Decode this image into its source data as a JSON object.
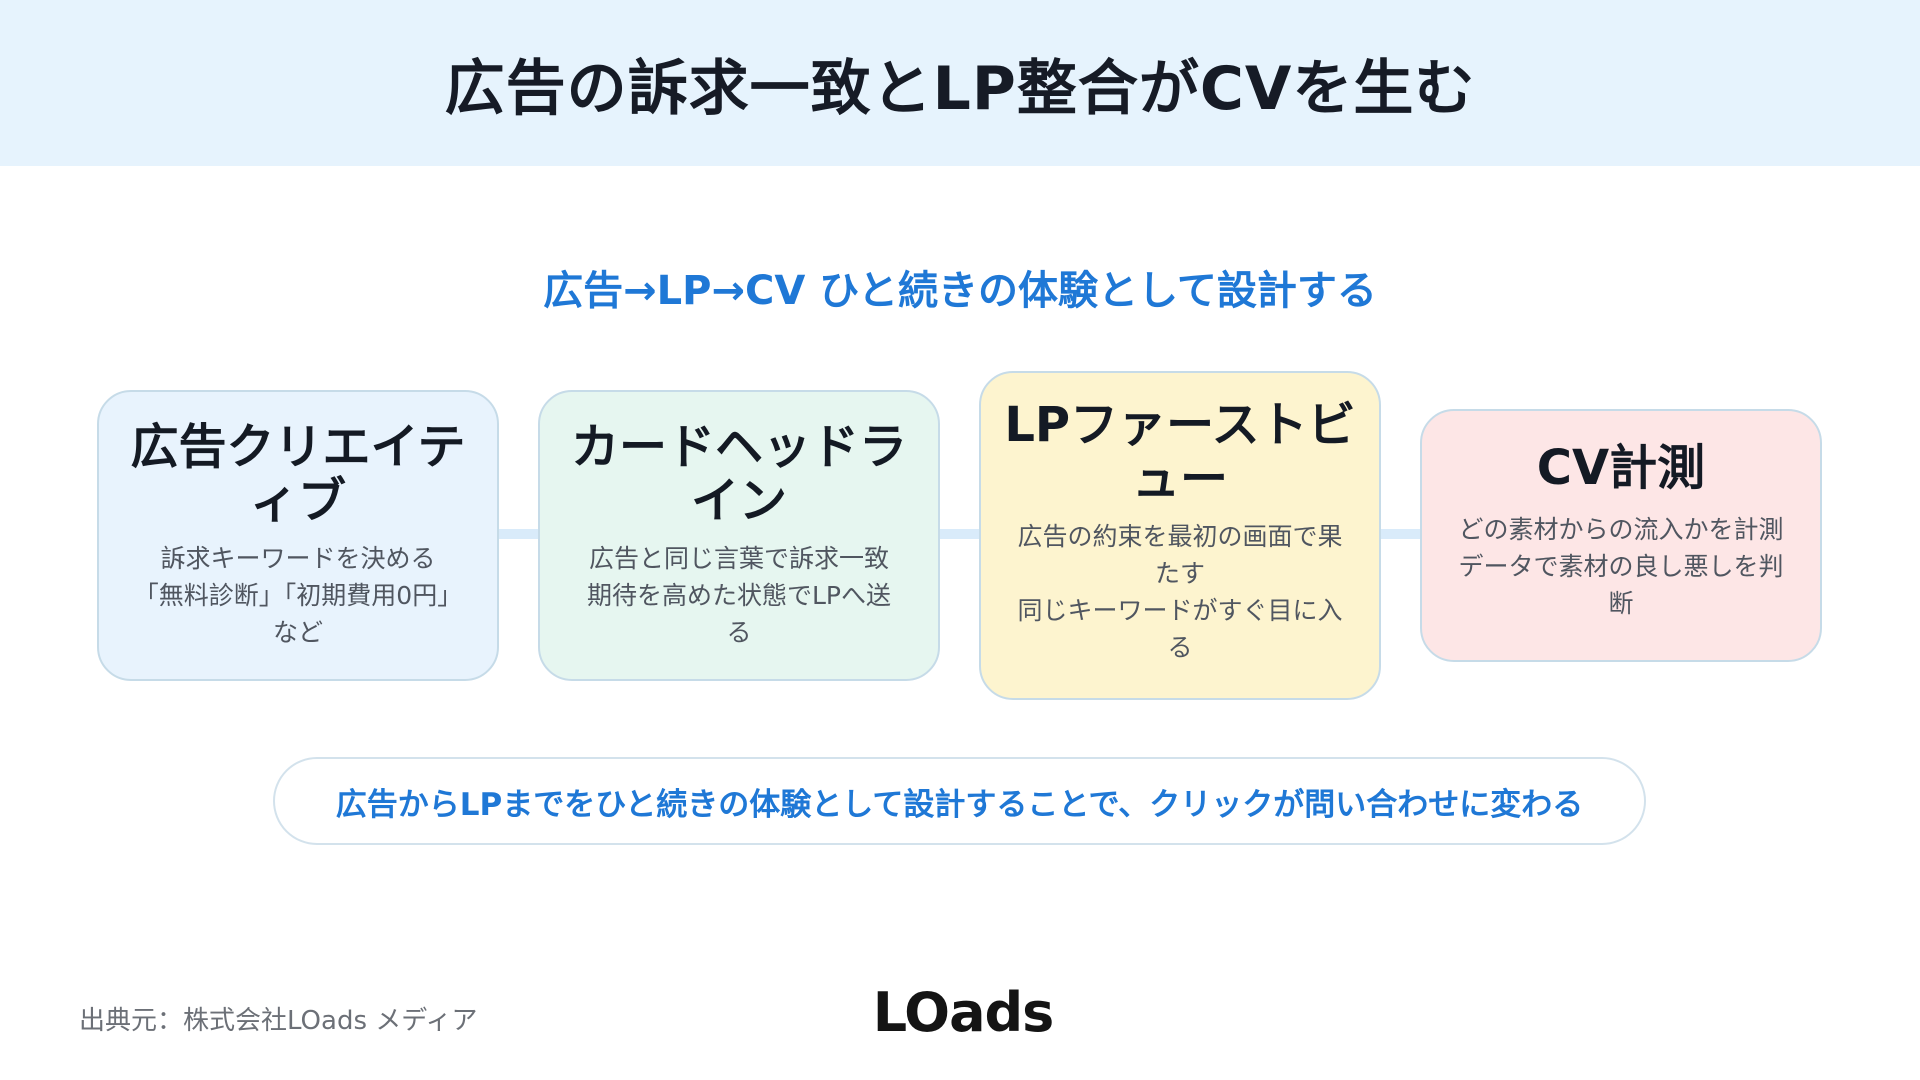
{
  "header": {
    "title": "広告の訴求一致とLP整合がCVを生む"
  },
  "subtitle": "広告→LP→CV ひと続きの体験として設計する",
  "cards": [
    {
      "title": "広告クリエイティブ",
      "desc": "訴求キーワードを決める\n「無料診断」「初期費用0円」\nなど",
      "color": "#e8f3fd"
    },
    {
      "title": "カードヘッドライン",
      "desc": "広告と同じ言葉で訴求一致\n期待を高めた状態でLPへ送\nる",
      "color": "#e6f6f0"
    },
    {
      "title": "LPファーストビュー",
      "desc": "広告の約束を最初の画面で果\nたす\n同じキーワードがすぐ目に入\nる",
      "color": "#fdf4cf"
    },
    {
      "title": "CV計測",
      "desc": "どの素材からの流入かを計測\nデータで素材の良し悪しを判\n断",
      "color": "#fde6e6"
    }
  ],
  "note": "広告からLPまでをひと続きの体験として設計することで、クリックが問い合わせに変わる",
  "footer": {
    "source": "出典元：株式会社LOads メディア",
    "logo": "LOads"
  },
  "colors": {
    "accent": "#1f78d6",
    "header_bg": "#e6f3fd"
  }
}
